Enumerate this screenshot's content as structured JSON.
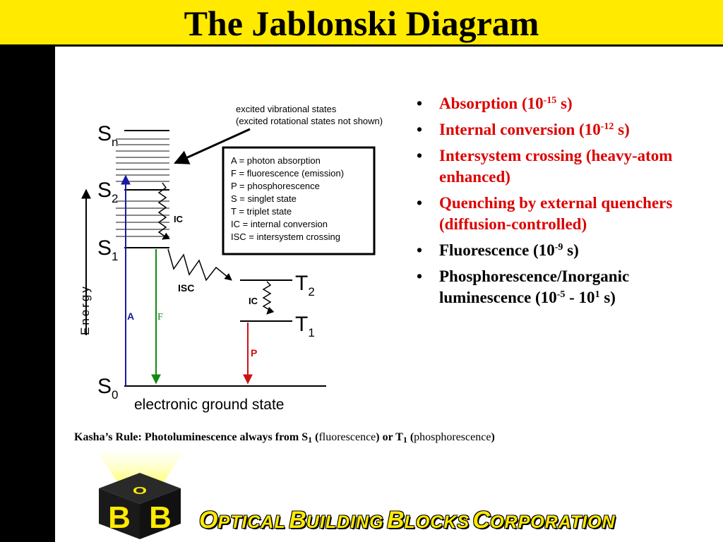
{
  "title": "The Jablonski Diagram",
  "diagram": {
    "states": {
      "sn": "S",
      "sn_sub": "n",
      "s2": "S",
      "s2_sub": "2",
      "s1": "S",
      "s1_sub": "1",
      "s0": "S",
      "s0_sub": "0",
      "t2": "T",
      "t2_sub": "2",
      "t1": "T",
      "t1_sub": "1"
    },
    "annotation_line1": "excited vibrational states",
    "annotation_line2": "(excited rotational states not shown)",
    "energy_label": "Energy",
    "ground_state_label": "electronic ground state",
    "labels": {
      "ic_upper": "IC",
      "ic_lower": "IC",
      "isc": "ISC",
      "a": "A",
      "f": "F",
      "p": "P"
    },
    "legend": [
      "A = photon absorption",
      "F = fluorescence (emission)",
      "P = phosphorescence",
      "S = singlet state",
      "T = triplet state",
      "IC = internal conversion",
      "ISC = intersystem crossing"
    ],
    "colors": {
      "absorption": "#1a1aa0",
      "fluorescence": "#138a13",
      "phosphorescence": "#cc1111"
    }
  },
  "bullets": {
    "b1": {
      "text": "Absorption (10",
      "sup": "-15",
      "end": " s)"
    },
    "b2": {
      "text": "Internal conversion (10",
      "sup": "-12",
      "end": " s)"
    },
    "b3": {
      "text": "Intersystem crossing (heavy-atom enhanced)"
    },
    "b4": {
      "text": "Quenching by external quenchers (diffusion-controlled)"
    },
    "b5": {
      "text": "Fluorescence (10",
      "sup": "-9",
      "end": " s)"
    },
    "b6": {
      "text": "Phosphorescence/Inorganic luminescence (10",
      "sup": "-5",
      "mid": " - 10",
      "sup2": "1",
      "end": " s)"
    }
  },
  "kasha": {
    "prefix": "Kasha’s Rule: Photoluminescence always from S",
    "sub1": "1",
    "mid1": " (",
    "fluor": "fluorescence",
    "mid2": ") or T",
    "sub2": "1",
    "mid3": " (",
    "phos": "phosphorescence",
    "end": ")"
  },
  "logo": {
    "top_letter": "O",
    "left_letter": "B",
    "right_letter": "B"
  },
  "company": {
    "w1_first": "O",
    "w1_rest": "PTICAL",
    "w2_first": "B",
    "w2_rest": "UILDING",
    "w3_first": "B",
    "w3_rest": "LOCKS",
    "w4_first": "C",
    "w4_rest": "ORPORATION"
  },
  "theme": {
    "title_bar": "#ffea00",
    "bullet_red": "#dd0000",
    "left_bar": "#000000"
  }
}
